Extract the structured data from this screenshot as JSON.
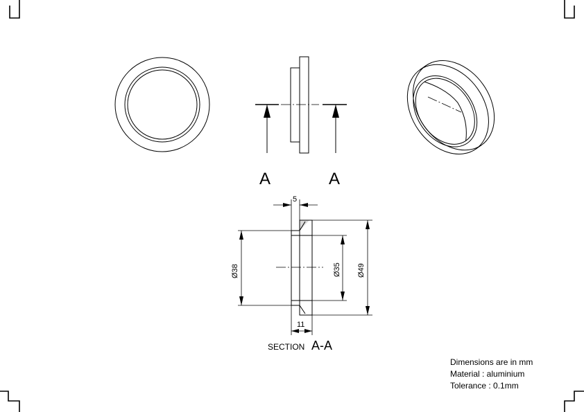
{
  "section_markers": {
    "left": "A",
    "right": "A"
  },
  "section_title": {
    "prefix": "SECTION",
    "label": "A-A"
  },
  "dimensions": {
    "width_overall": "5",
    "length": "11",
    "dia_38": "Ø38",
    "dia_35": "Ø35",
    "dia_49": "Ø49"
  },
  "notes": {
    "units": "Dimensions are in mm",
    "material": "Material : aluminium",
    "tolerance": "Tolerance : 0.1mm"
  }
}
